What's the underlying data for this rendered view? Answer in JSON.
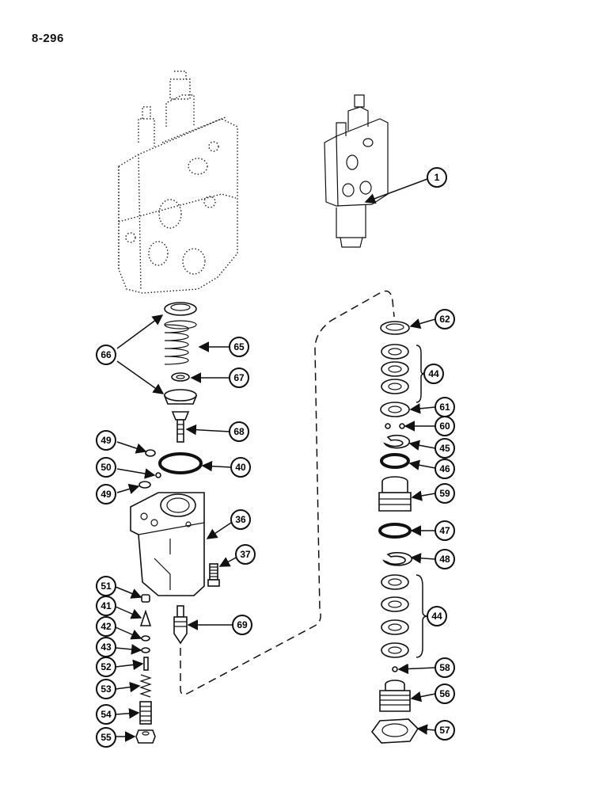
{
  "page_number": "8-296",
  "callouts": [
    "1",
    "62",
    "44",
    "61",
    "60",
    "45",
    "46",
    "59",
    "47",
    "48",
    "44",
    "58",
    "56",
    "57",
    "66",
    "65",
    "67",
    "68",
    "49",
    "40",
    "50",
    "49",
    "36",
    "37",
    "51",
    "41",
    "42",
    "43",
    "52",
    "53",
    "54",
    "55",
    "69"
  ]
}
